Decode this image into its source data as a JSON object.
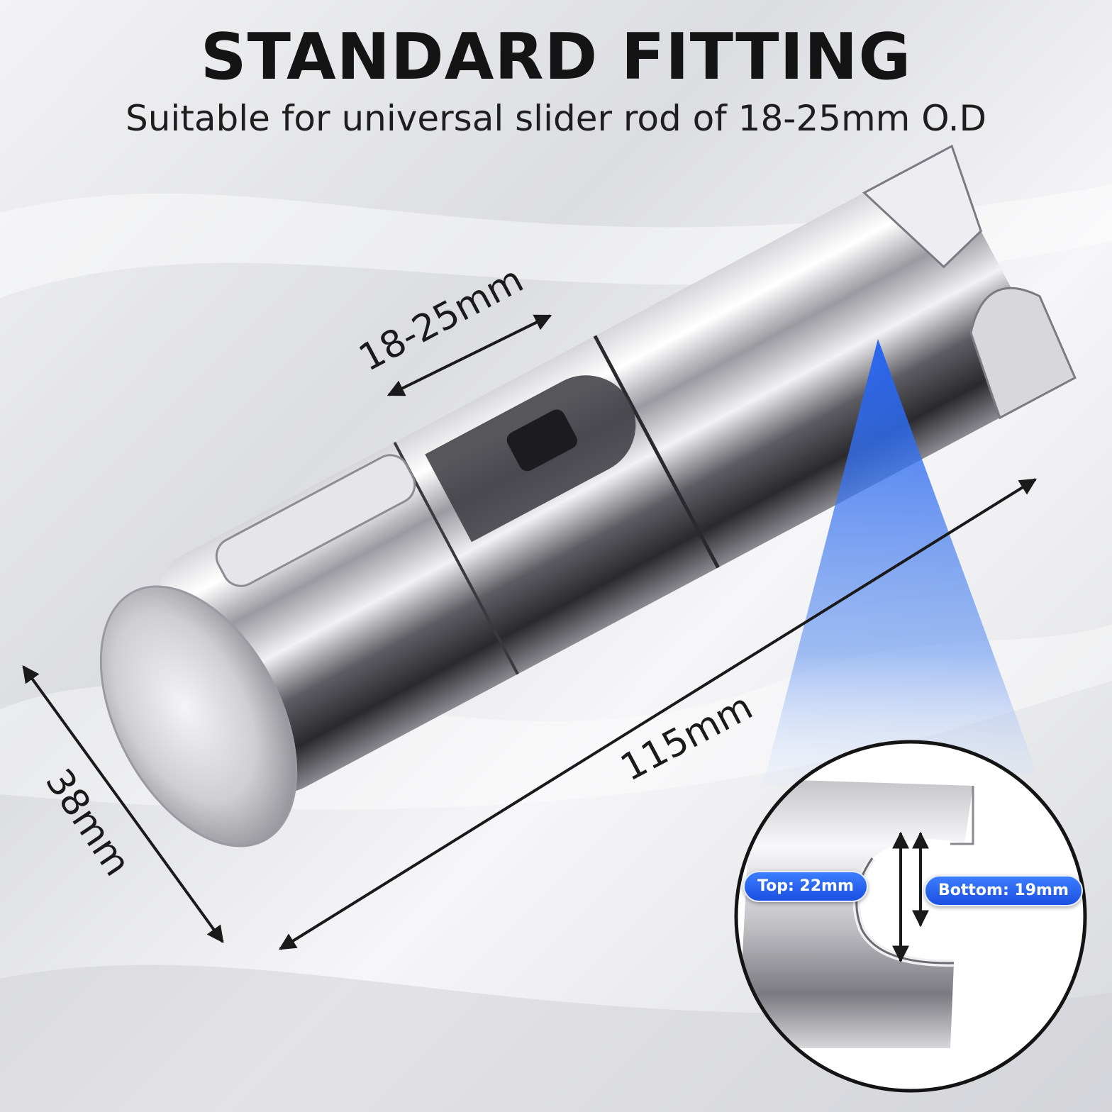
{
  "header": {
    "title": "STANDARD FITTING",
    "subtitle": "Suitable for universal slider rod of 18-25mm O.D"
  },
  "dimensions": {
    "rod_range": "18-25mm",
    "length": "115mm",
    "diameter": "38mm"
  },
  "detail": {
    "top_label": "Top: 22mm",
    "bottom_label": "Bottom: 19mm"
  },
  "colors": {
    "accent_blue": "#1f5ef0",
    "chrome_light": "#f4f4f6",
    "chrome_dark": "#2c2c30"
  }
}
